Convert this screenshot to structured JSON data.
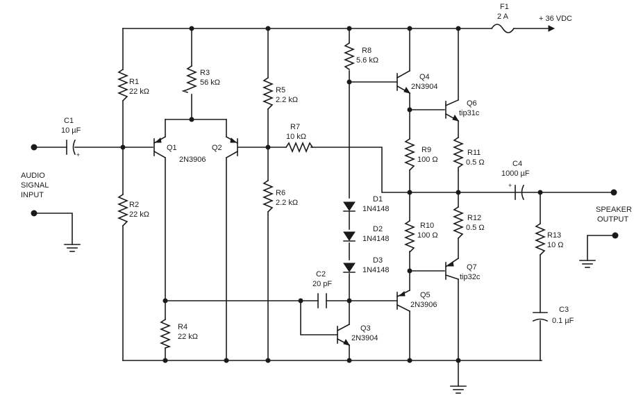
{
  "components": {
    "c1": {
      "ref": "C1",
      "value": "10 µF",
      "polarity": "+"
    },
    "r1": {
      "ref": "R1",
      "value": "22 kΩ"
    },
    "r2": {
      "ref": "R2",
      "value": "22 kΩ"
    },
    "r3": {
      "ref": "R3",
      "value": "56 kΩ"
    },
    "r4": {
      "ref": "R4",
      "value": "22 kΩ"
    },
    "r5": {
      "ref": "R5",
      "value": "2.2 kΩ"
    },
    "r6": {
      "ref": "R6",
      "value": "2.2 kΩ"
    },
    "r7": {
      "ref": "R7",
      "value": "10 kΩ"
    },
    "r8": {
      "ref": "R8",
      "value": "5.6 kΩ"
    },
    "r9": {
      "ref": "R9",
      "value": "100 Ω"
    },
    "r10": {
      "ref": "R10",
      "value": "100 Ω"
    },
    "r11": {
      "ref": "R11",
      "value": "0.5 Ω"
    },
    "r12": {
      "ref": "R12",
      "value": "0.5 Ω"
    },
    "r13": {
      "ref": "R13",
      "value": "10 Ω"
    },
    "c2": {
      "ref": "C2",
      "value": "20 pF"
    },
    "c3": {
      "ref": "C3",
      "value": "0.1 µF"
    },
    "c4": {
      "ref": "C4",
      "value": "1000 µF",
      "polarity": "+"
    },
    "q1": {
      "ref": "Q1"
    },
    "q2": {
      "ref": "Q2"
    },
    "q12": {
      "part": "2N3906"
    },
    "q3": {
      "ref": "Q3",
      "part": "2N3904"
    },
    "q4": {
      "ref": "Q4",
      "part": "2N3904"
    },
    "q5": {
      "ref": "Q5",
      "part": "2N3906"
    },
    "q6": {
      "ref": "Q6",
      "part": "tip31c"
    },
    "q7": {
      "ref": "Q7",
      "part": "tip32c"
    },
    "d1": {
      "ref": "D1",
      "part": "1N4148"
    },
    "d2": {
      "ref": "D2",
      "part": "1N4148"
    },
    "d3": {
      "ref": "D3",
      "part": "1N4148"
    },
    "f1": {
      "ref": "F1",
      "value": "2 A"
    }
  },
  "labels": {
    "supply": "+ 36 VDC",
    "input_line1": "AUDIO",
    "input_line2": "SIGNAL",
    "input_line3": "INPUT",
    "output_line1": "SPEAKER",
    "output_line2": "OUTPUT"
  },
  "style": {
    "ink": "#1a1a1a",
    "paper": "#ffffff"
  }
}
